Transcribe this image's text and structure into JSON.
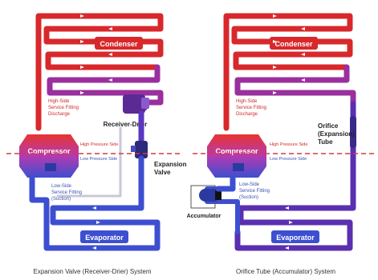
{
  "left": {
    "condenser": "Condenser",
    "compressor": "Compressor",
    "evaporator": "Evaporator",
    "receiver_drier": "Receiver-Drier",
    "expansion_valve": [
      "Expansion",
      "Valve"
    ],
    "high_side_fitting": [
      "High-Side",
      "Service Fitting",
      "Discharge"
    ],
    "low_side_fitting": [
      "Low-Side",
      "Service Fitting",
      "(Suction)"
    ],
    "high_pressure_side": "High Pressure Side",
    "low_pressure_side": "Low Pressure Side",
    "caption": "Expansion Valve (Receiver-Drier) System"
  },
  "right": {
    "condenser": "Condenser",
    "compressor": "Compressor",
    "evaporator": "Evaporator",
    "orifice_tube": [
      "Orifice",
      "(Expansion)",
      "Tube"
    ],
    "accumulator": "Accumulator",
    "high_side_fitting": [
      "High-Side",
      "Service Fitting",
      "Discharge"
    ],
    "low_side_fitting": [
      "Low-Side",
      "Service Fitting",
      "(Suction)"
    ],
    "high_pressure_side": "High Pressure Side",
    "low_pressure_side": "Low Pressure Side",
    "caption": "Orifice Tube (Accumulator) System"
  },
  "colors": {
    "high_side": "#e8342f",
    "low_side": "#3d4fd0",
    "transition": "#7a2fb8",
    "divider": "#d63b3b"
  }
}
